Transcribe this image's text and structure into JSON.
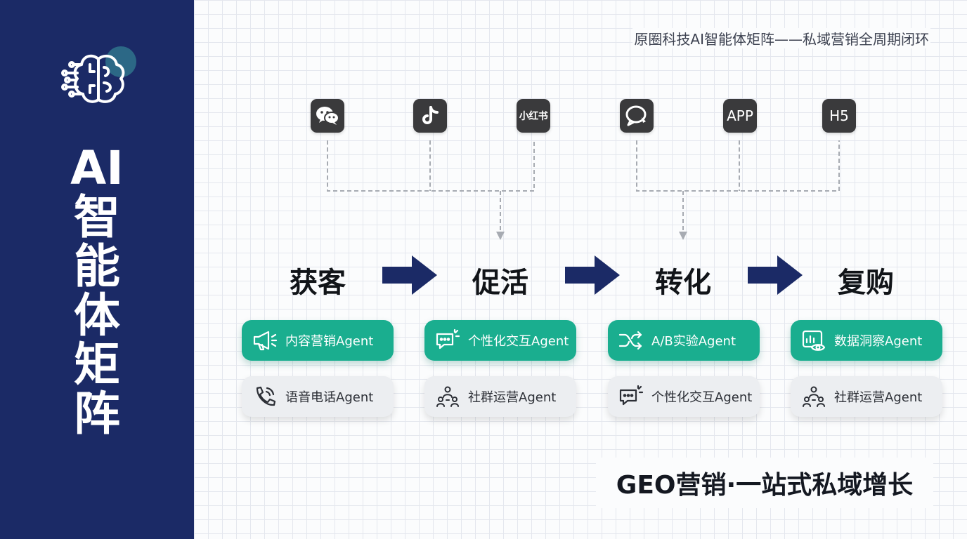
{
  "sidebar": {
    "title": "AI智能体矩阵",
    "logo_icon": "brain-chip-icon"
  },
  "header": {
    "title": "原圈科技AI智能体矩阵——私域营销全周期闭环"
  },
  "platforms": [
    {
      "name": "wechat",
      "icon": "wechat-icon",
      "label": ""
    },
    {
      "name": "douyin",
      "icon": "tiktok-icon",
      "label": ""
    },
    {
      "name": "xiaohongshu",
      "icon": "",
      "label": "小红书"
    },
    {
      "name": "wecom",
      "icon": "wecom-chat-icon",
      "label": ""
    },
    {
      "name": "app",
      "icon": "",
      "label": "APP"
    },
    {
      "name": "h5",
      "icon": "",
      "label": "H5"
    }
  ],
  "stages": [
    "获客",
    "促活",
    "转化",
    "复购"
  ],
  "agents": [
    {
      "label": "内容营销Agent",
      "style": "green",
      "icon": "megaphone-icon"
    },
    {
      "label": "语音电话Agent",
      "style": "gray",
      "icon": "phone-icon"
    },
    {
      "label": "个性化交互Agent",
      "style": "green",
      "icon": "chat-bubbles-icon"
    },
    {
      "label": "社群运营Agent",
      "style": "gray",
      "icon": "community-icon"
    },
    {
      "label": "A/B实验Agent",
      "style": "green",
      "icon": "shuffle-icon"
    },
    {
      "label": "个性化交互Agent",
      "style": "gray",
      "icon": "chat-bubbles-icon"
    },
    {
      "label": "数据洞察Agent",
      "style": "green",
      "icon": "data-insight-icon"
    },
    {
      "label": "社群运营Agent",
      "style": "gray",
      "icon": "community-icon"
    }
  ],
  "footer": {
    "slogan": "GEO营销·一站式私域增长"
  },
  "colors": {
    "sidebar": "#1b2a66",
    "accent": "#1aae8f",
    "arrow": "#1b2a66",
    "platform_icon_bg": "#3a3a3c"
  }
}
